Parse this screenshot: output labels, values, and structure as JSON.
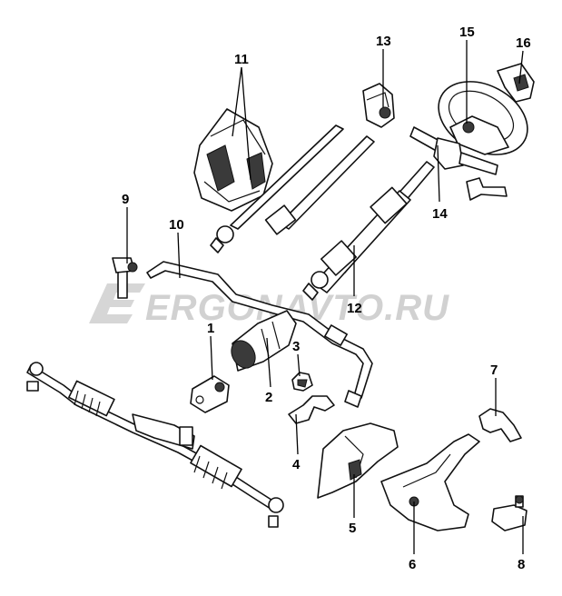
{
  "watermark": {
    "text": "ERGONAVTO.RU"
  },
  "callouts": {
    "c1": "1",
    "c2": "2",
    "c3": "3",
    "c4": "4",
    "c5": "5",
    "c6": "6",
    "c7": "7",
    "c8": "8",
    "c9": "9",
    "c10": "10",
    "c11": "11",
    "c12": "12",
    "c13": "13",
    "c14": "14",
    "c15": "15",
    "c16": "16"
  }
}
